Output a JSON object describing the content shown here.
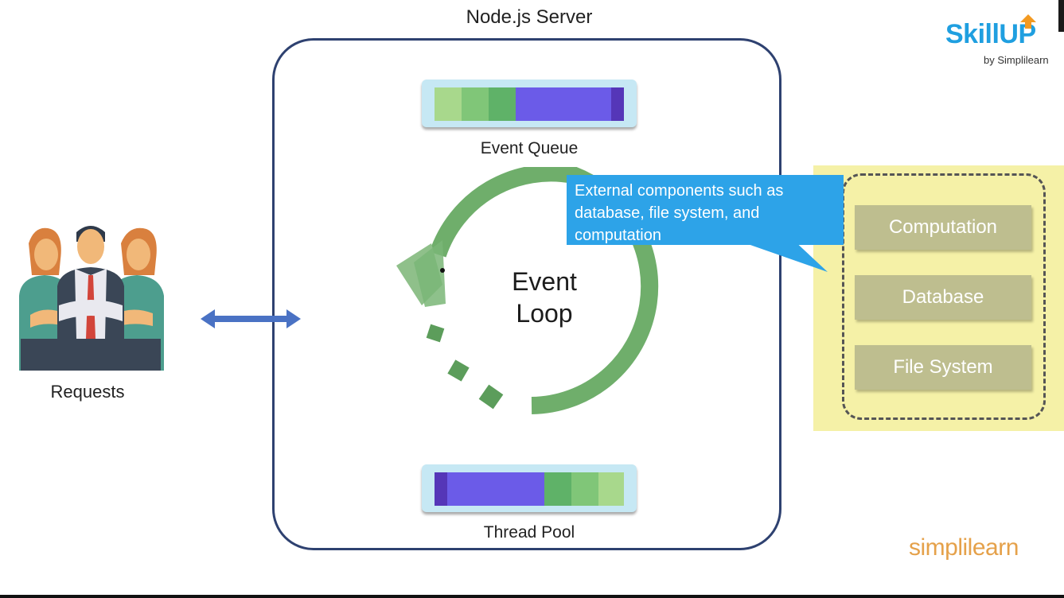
{
  "diagram": {
    "server_title": "Node.js Server",
    "event_queue": {
      "label": "Event Queue",
      "segments": [
        "#a8d88c",
        "#80c678",
        "#5fb268",
        "#6b5be8",
        "#5536b8"
      ]
    },
    "event_loop": {
      "line1": "Event",
      "line2": "Loop",
      "color": "#6fae6b"
    },
    "thread_pool": {
      "label": "Thread Pool",
      "segments": [
        "#5536b8",
        "#6b5be8",
        "#5fb268",
        "#80c678",
        "#a8d88c"
      ]
    },
    "callout": {
      "text": "External components such as database, file system, and computation",
      "color": "#2da3e8"
    },
    "external_components": [
      "Computation",
      "Database",
      "File System"
    ],
    "requests": {
      "label": "Requests"
    },
    "arrow_color": "#4a72c4"
  },
  "branding": {
    "skillup": "SkillUP",
    "by": "by Simplilearn",
    "simplilearn": "simplilearn"
  }
}
